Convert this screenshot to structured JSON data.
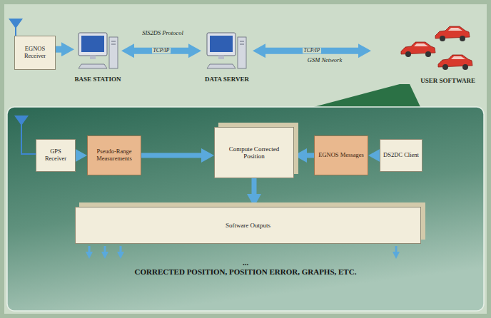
{
  "diagram": {
    "nodes": [
      {
        "text": [
          "EGNOS Receiver"
        ]
      },
      {
        "text": [
          "BASE STATION"
        ]
      },
      {
        "text": [
          "DATA SERVER"
        ]
      },
      {
        "text": [
          "USER SOFTWARE"
        ]
      },
      {
        "text": [
          "...",
          "CORRECTED POSITION, POSITION ERROR, GRAPHS, ETC."
        ]
      },
      {
        "text": [
          "GPS Receiver"
        ],
        "in": 4
      },
      {
        "text": [
          "Pseudo-Range Measurements"
        ],
        "in": 4
      },
      {
        "text": [
          "Compute Corrected Position"
        ],
        "in": 4
      },
      {
        "text": [
          "EGNOS Messages"
        ],
        "in": 4
      },
      {
        "text": [
          "DS2DC Client"
        ],
        "in": 4
      },
      {
        "text": [
          "Software Outputs"
        ],
        "in": 4
      }
    ],
    "edges": [
      {
        "from": 0,
        "to": 1,
        "arrow": "to"
      },
      {
        "from": 1,
        "to": 2,
        "arrow": "both",
        "label": "TCP/IP"
      },
      {
        "from": 2,
        "to": 3,
        "arrow": "both",
        "label": "TCP/IP"
      },
      {
        "from": 5,
        "to": 6,
        "arrow": "to"
      },
      {
        "from": 6,
        "to": 7,
        "arrow": "to"
      },
      {
        "from": 9,
        "to": 8,
        "arrow": "to"
      },
      {
        "from": 8,
        "to": 7,
        "arrow": "to"
      },
      {
        "from": 7,
        "to": 10,
        "arrow": "to"
      }
    ],
    "labels": [
      "SIS2DS Protocol",
      "GSM Network"
    ]
  }
}
